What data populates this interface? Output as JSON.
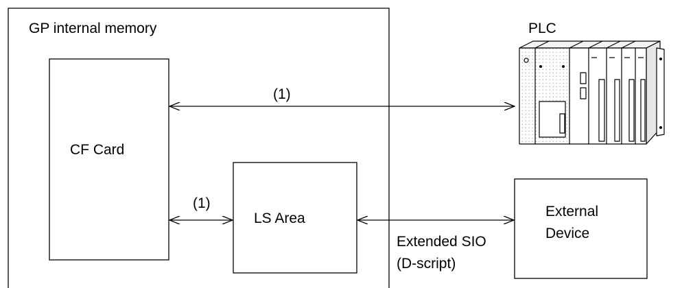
{
  "gp_title": "GP internal memory",
  "cf_card": "CF Card",
  "ls_area": "LS Area",
  "plc": "PLC",
  "external_device_line1": "External",
  "external_device_line2": "Device",
  "arrow_cf_plc_label": "(1)",
  "arrow_cf_ls_label": "(1)",
  "sio_label_line1": "Extended SIO",
  "sio_label_line2": "(D-script)"
}
